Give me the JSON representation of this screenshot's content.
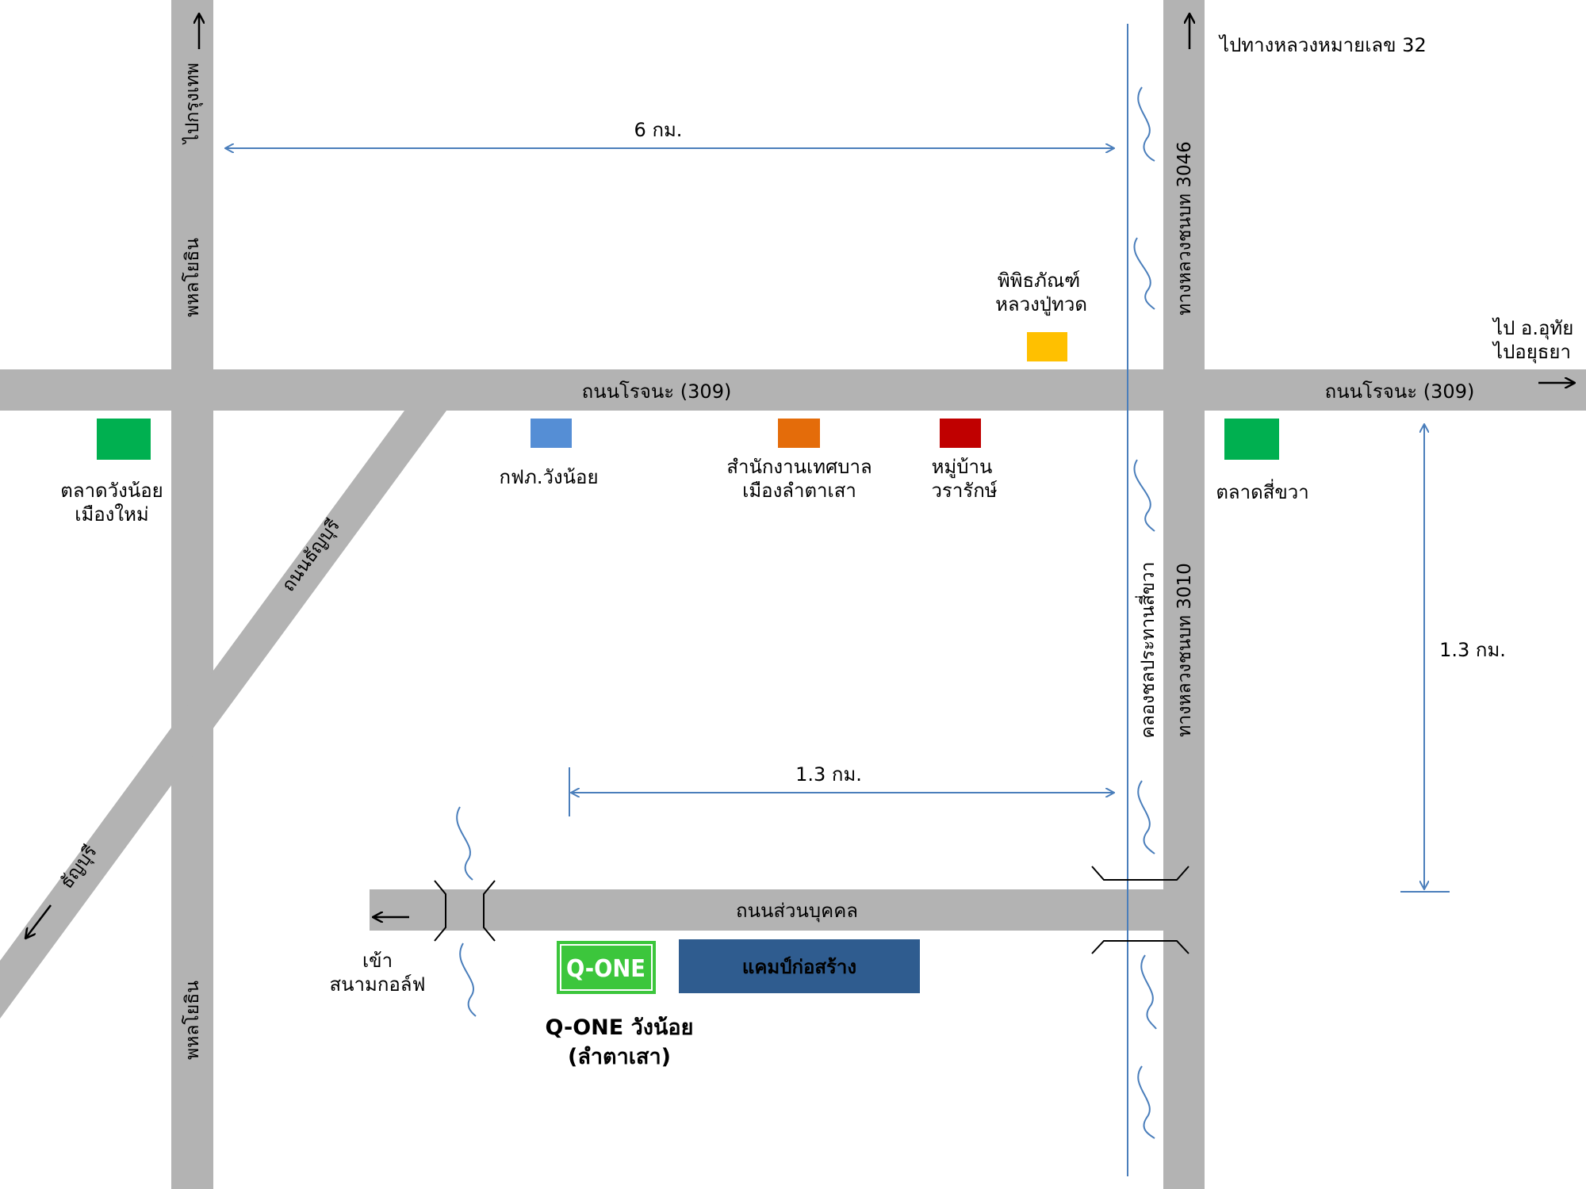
{
  "colors": {
    "road": "#b3b3b3",
    "blue_line": "#4a7ebb",
    "green": "#00b050",
    "blue_marker": "#558ed5",
    "orange": "#e46c0a",
    "red": "#c00000",
    "yellow": "#ffc000",
    "navy": "#2f5c8f",
    "qone_green": "#3cc63c"
  },
  "roads": {
    "rojana_left": "ถนนโรจนะ (309)",
    "rojana_right": "ถนนโรจนะ (309)",
    "phahon_top": "พหลโยธิน",
    "phahon_bottom": "พหลโยธิน",
    "to_bangkok": "ไปกรุงเทพ",
    "thanyaburi_road": "ถนนธัญบุรี",
    "thanyaburi": "ธัญบุรี",
    "highway_3046": "ทางหลวงชนบท 3046",
    "highway_3010": "ทางหลวงชนบท 3010",
    "canal": "คลองชลประทานสี่ขวา",
    "private_road": "ถนนส่วนบุคคล"
  },
  "directions": {
    "to_highway_32": "ไปทางหลวงหมายเลข 32",
    "to_uthai_line1": "ไป อ.อุทัย",
    "to_uthai_line2": "ไปอยุธยา",
    "golf_line1": "เข้า",
    "golf_line2": "สนามกอล์ฟ"
  },
  "distances": {
    "top": "6 กม.",
    "bottom": "1.3 กม.",
    "vertical": "1.3 กม."
  },
  "landmarks": {
    "museum_line1": "พิพิธภัณฑ์",
    "museum_line2": "หลวงปู่ทวด",
    "market_wangnoi_line1": "ตลาดวังน้อย",
    "market_wangnoi_line2": "เมืองใหม่",
    "pea": "กฟภ.วังน้อย",
    "municipal_line1": "สำนักงานเทศบาล",
    "municipal_line2": "เมืองลำตาเสา",
    "village_line1": "หมู่บ้าน",
    "village_line2": "วรารักษ์",
    "market_sikhwa": "ตลาดสี่ขวา"
  },
  "destination": {
    "logo": "Q-ONE",
    "name_line1": "Q-ONE วังน้อย",
    "name_line2": "(ลำตาเสา)",
    "camp": "แคมป์ก่อสร้าง"
  }
}
